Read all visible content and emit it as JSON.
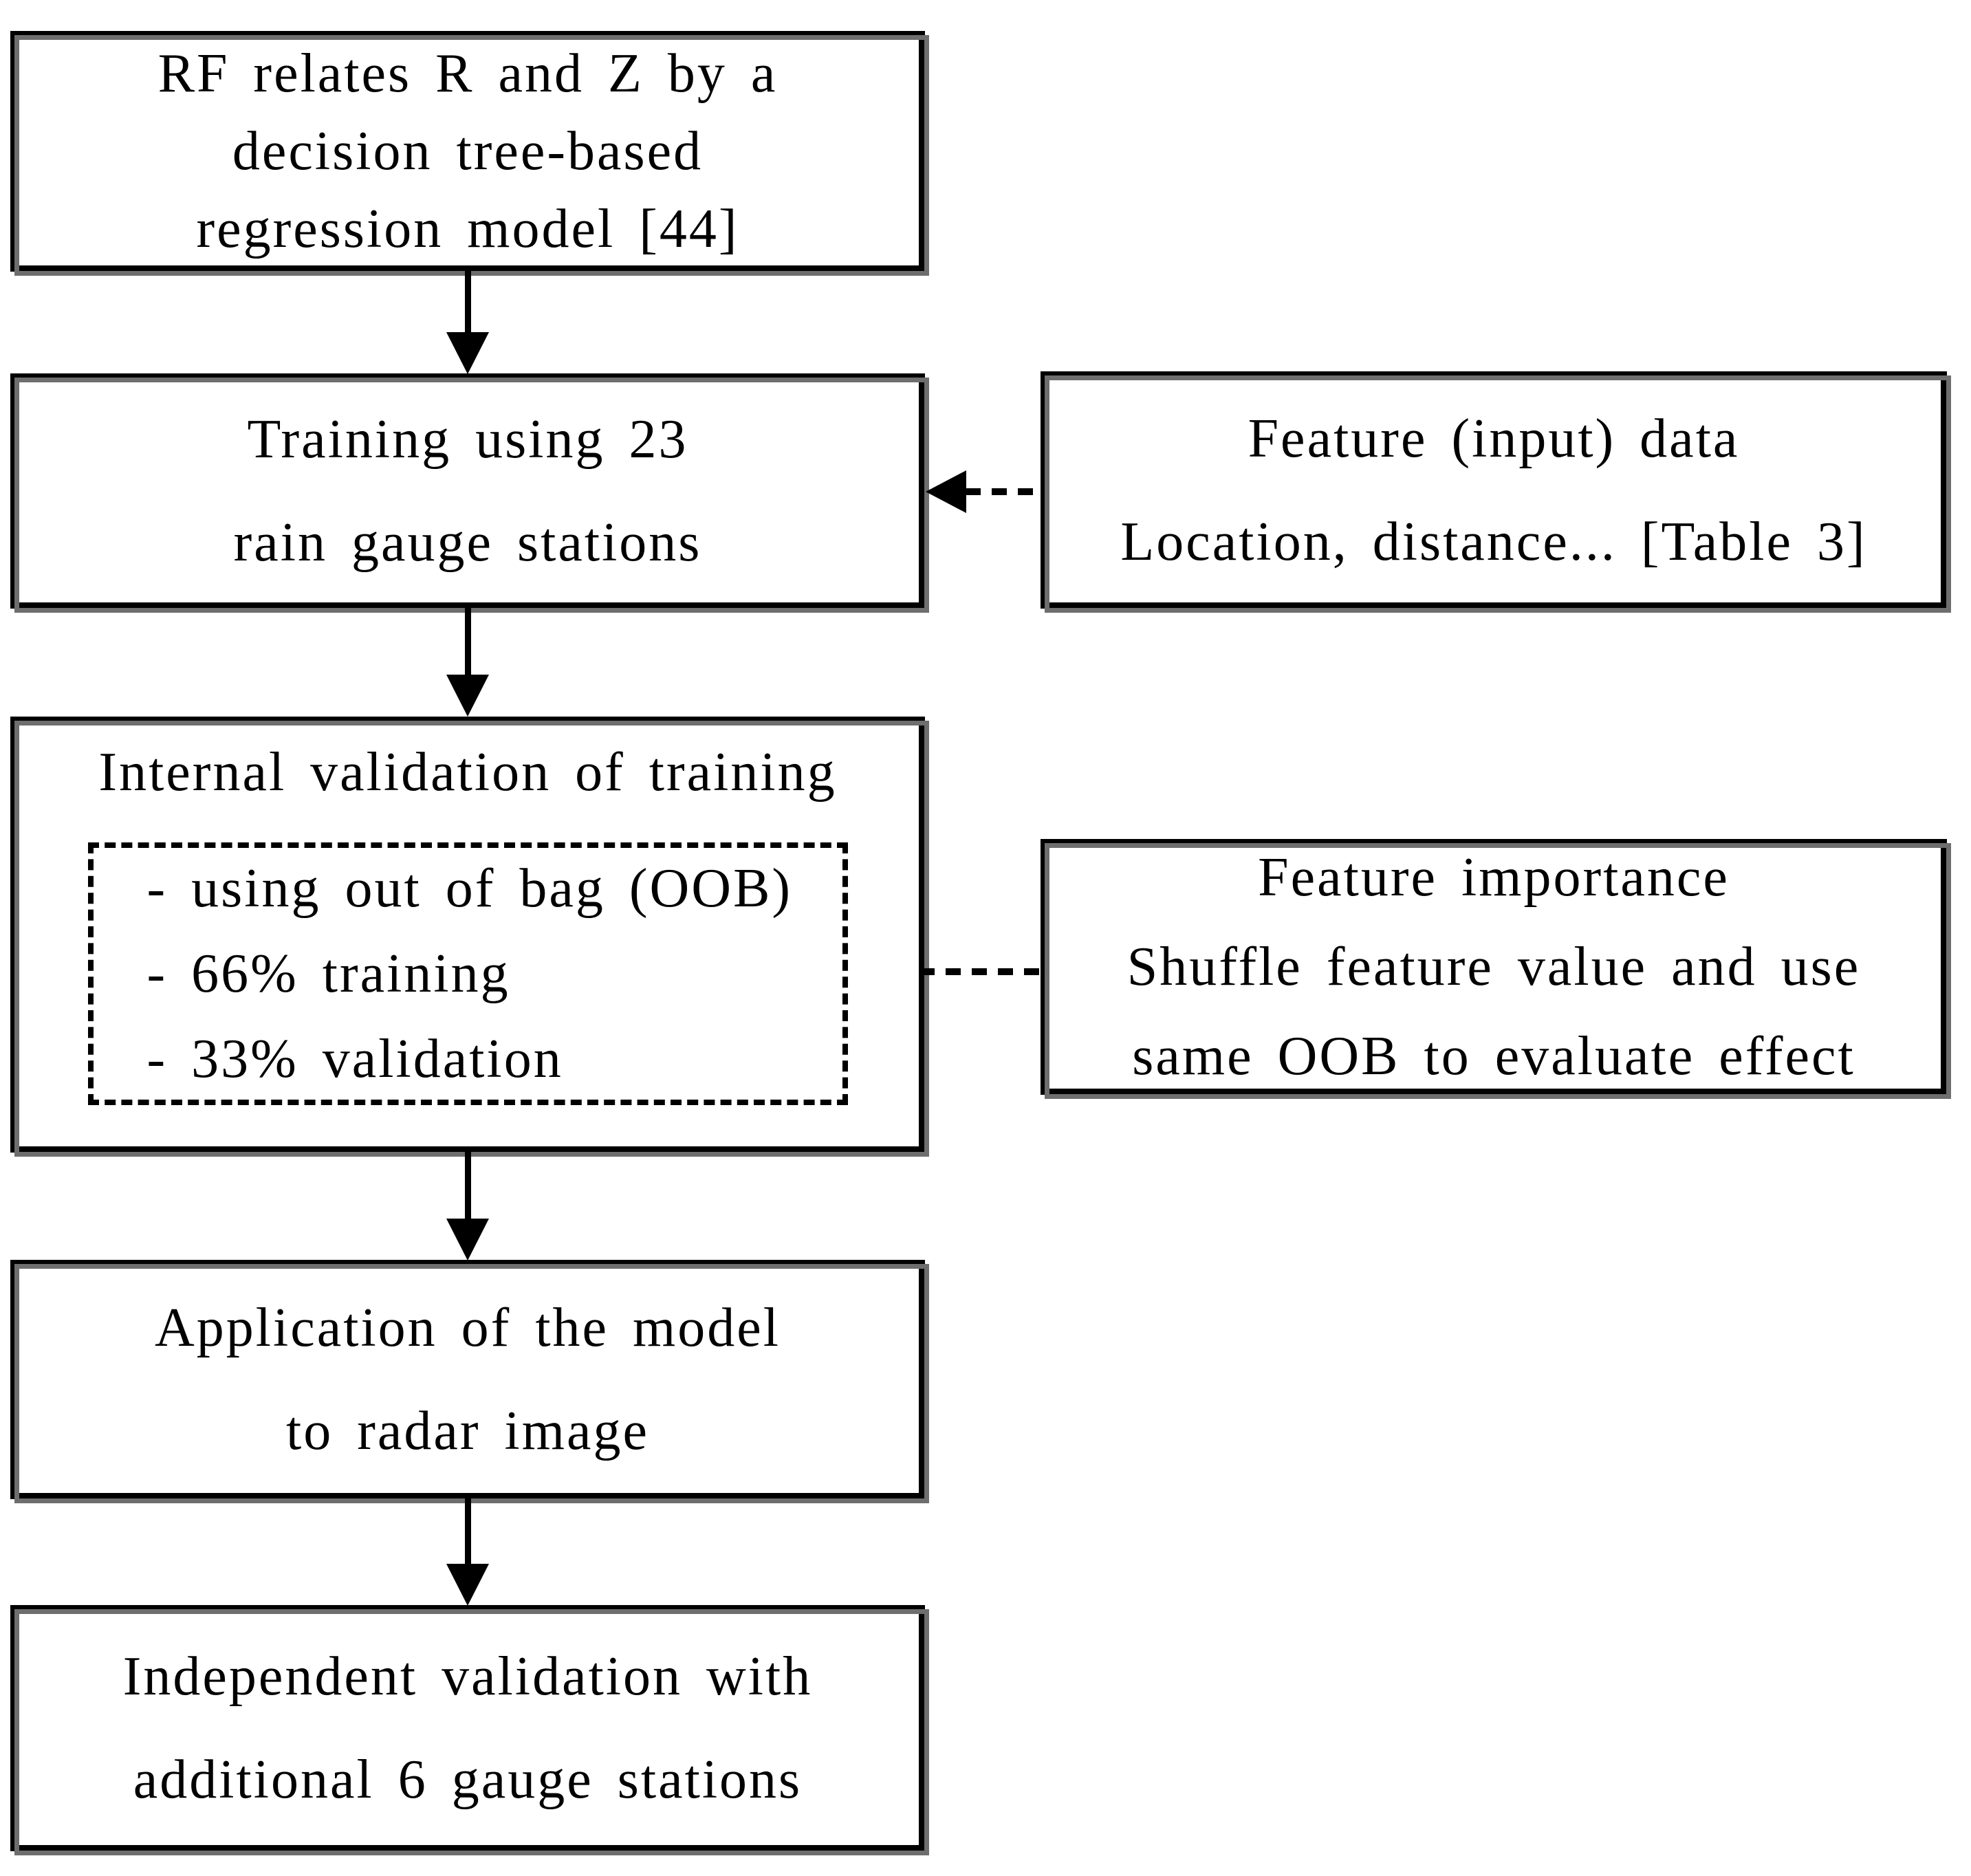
{
  "colors": {
    "ink": "#000000",
    "paper": "#ffffff",
    "shadow": "#6e6e6e"
  },
  "boxes": {
    "rf_model": {
      "lines": [
        "RF relates R and Z by a",
        "decision tree-based",
        "regression model [44]"
      ]
    },
    "training": {
      "lines": [
        "Training using 23",
        "rain gauge stations"
      ]
    },
    "feature_data": {
      "lines": [
        "Feature (input) data",
        "Location, distance... [Table 3]"
      ]
    },
    "internal_validation": {
      "title": "Internal validation of training",
      "bullets": [
        "- using out of bag (OOB)",
        "- 66%  training",
        "- 33%  validation"
      ]
    },
    "feature_importance": {
      "lines": [
        "Feature importance",
        "Shuffle feature value and use",
        "same OOB to evaluate effect"
      ]
    },
    "application": {
      "lines": [
        "Application of the model",
        "to radar image"
      ]
    },
    "independent_validation": {
      "lines": [
        "Independent validation with",
        "additional 6 gauge stations"
      ]
    }
  }
}
